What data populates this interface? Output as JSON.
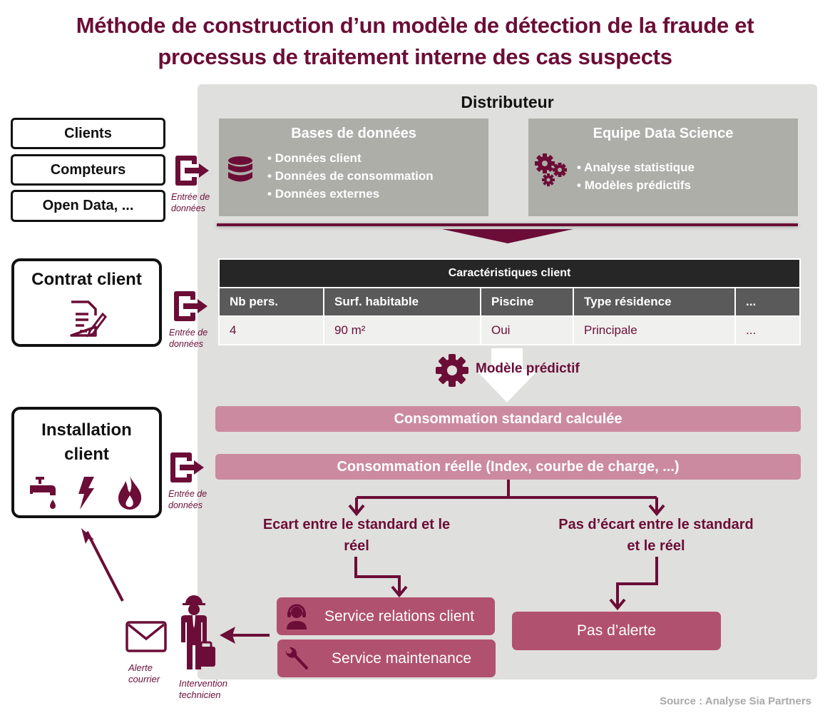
{
  "title": {
    "line1": "Méthode de construction d’un modèle de détection de la fraude et",
    "line2": "processus de traitement interne des cas suspects"
  },
  "colors": {
    "brand": "#6b0d37",
    "pink_bar": "#cc8aa1",
    "rose_button": "#b15170",
    "panel_bg": "#dfdfdd",
    "gray_box": "#aeaea9"
  },
  "sources": {
    "items": [
      "Clients",
      "Compteurs",
      "Open Data, ..."
    ],
    "contract": "Contrat client",
    "installation_line1": "Installation",
    "installation_line2": "client"
  },
  "entry_label": {
    "line1": "Entrée de",
    "line2": "données"
  },
  "distributor": {
    "title": "Distributeur",
    "databases": {
      "title": "Bases de données",
      "icon": "database-icon",
      "items": [
        "Données client",
        "Données de consommation",
        "Données externes"
      ]
    },
    "data_science": {
      "title": "Equipe Data Science",
      "icon": "gears-icon",
      "items": [
        "Analyse statistique",
        "Modèles prédictifs"
      ]
    }
  },
  "table": {
    "caption": "Caractéristiques client",
    "headers": [
      "Nb pers.",
      "Surf. habitable",
      "Piscine",
      "Type résidence",
      "..."
    ],
    "values": [
      "4",
      "90 m²",
      "Oui",
      "Principale",
      "..."
    ]
  },
  "model_label": "Modèle prédictif",
  "standard_consumption": "Consommation standard calculée",
  "real_consumption": "Consommation réelle (Index, courbe de charge, ...)",
  "branches": {
    "gap_line1": "Ecart entre le standard et le",
    "gap_line2": "réel",
    "nogap_line1": "Pas d’écart entre le standard",
    "nogap_line2": "et le réel"
  },
  "actions": {
    "customer_service": "Service relations client",
    "maintenance": "Service maintenance",
    "no_alert": "Pas d’alerte"
  },
  "outcomes": {
    "mail_line1": "Alerte",
    "mail_line2": "courrier",
    "tech_line1": "Intervention",
    "tech_line2": "technicien"
  },
  "source": "Source : Analyse Sia Partners"
}
